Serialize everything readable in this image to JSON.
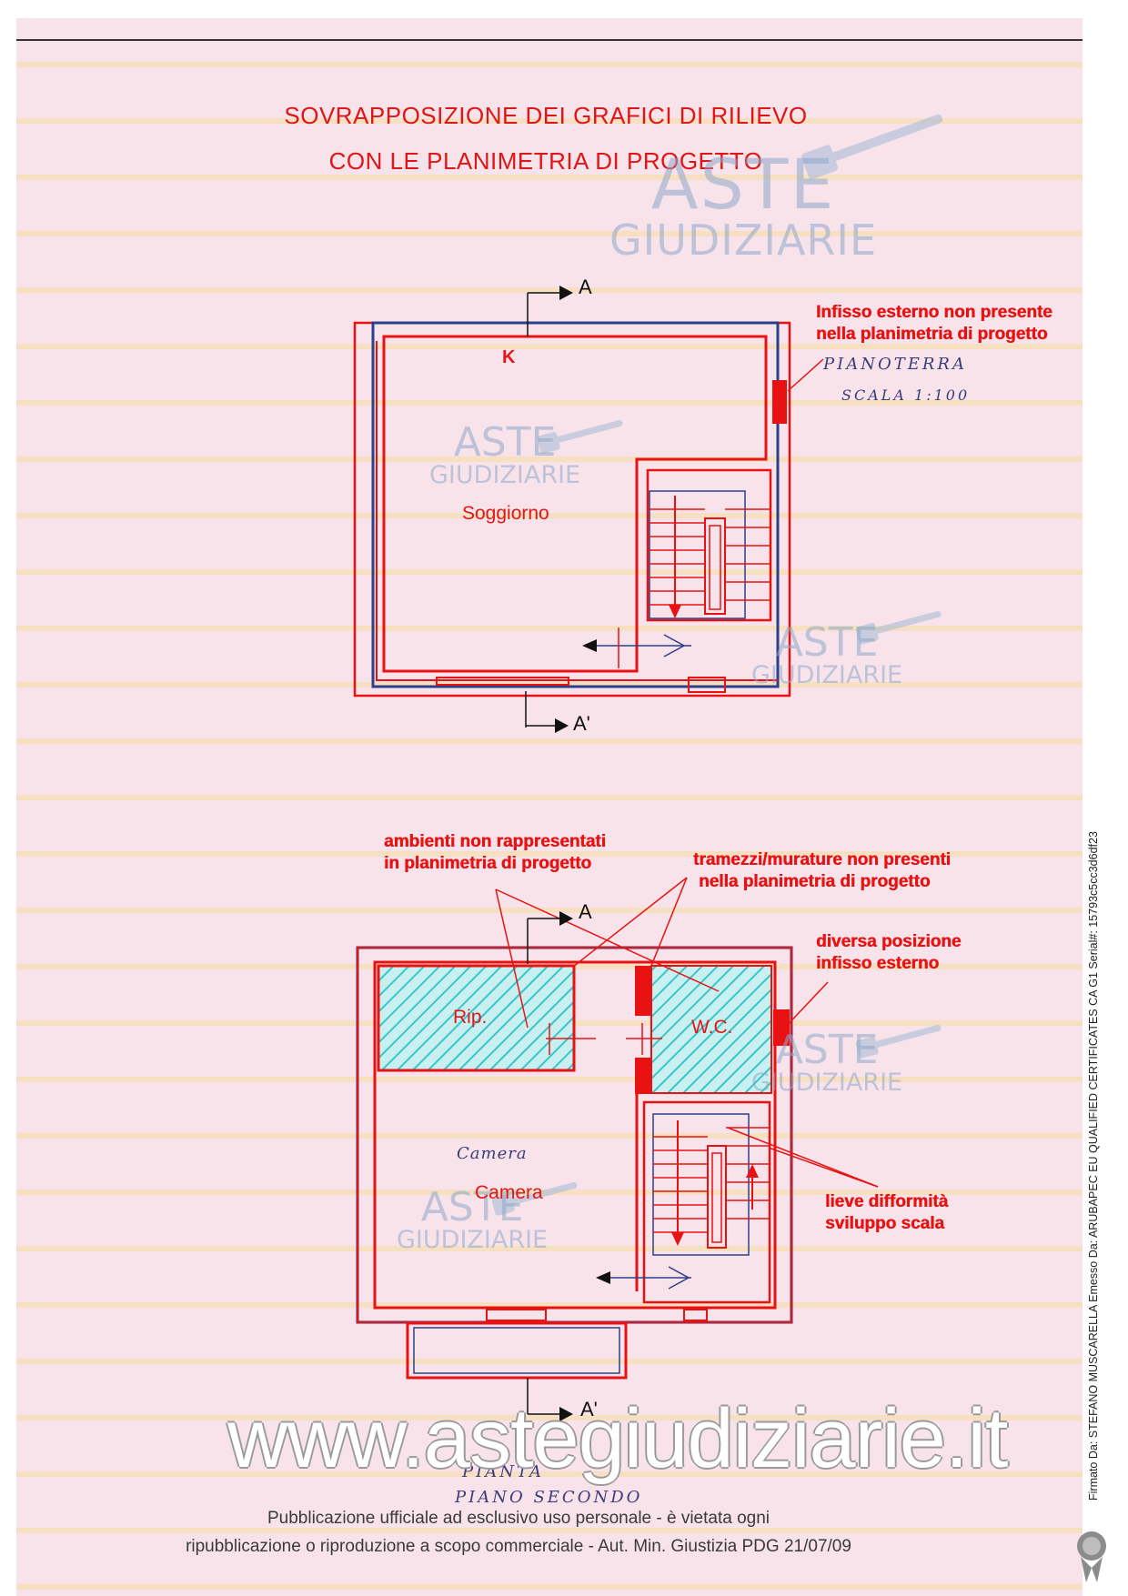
{
  "title": {
    "line1": "SOVRAPPOSIZIONE DEI GRAFICI DI RILIEVO",
    "line2": "CON LE PLANIMETRIA DI PROGETTO"
  },
  "watermark": {
    "word1": "ASTE",
    "word2": "GIUDIZIARIE",
    "site": "www.astegiudiziarie.it",
    "icon": "gavel-icon"
  },
  "plan_top": {
    "section_marker": "A",
    "section_marker_bottom": "A'",
    "door_mark": "K",
    "room_label": "Soggiorno",
    "handwritten": [
      "PIANOTERRA",
      "SCALA 1:100"
    ],
    "annotation_infisso": [
      "Infisso esterno non presente",
      "nella planimetria di progetto"
    ]
  },
  "plan_bottom": {
    "section_marker": "A",
    "section_marker_bottom": "A'",
    "rooms": [
      "Rip.",
      "W.C.",
      "Camera"
    ],
    "handwritten_room": "Camera",
    "handwritten": [
      "PIANTA",
      "PIANO SECONDO"
    ],
    "annotation_ambienti": [
      "ambienti non rappresentati",
      "in planimetria di progetto"
    ],
    "annotation_tramezzi": [
      "tramezzi/murature non presenti",
      "nella planimetria di progetto"
    ],
    "annotation_posizione": [
      "diversa posizione",
      "infisso esterno"
    ],
    "annotation_scala": [
      "lieve difformità",
      "sviluppo scala"
    ]
  },
  "footer": {
    "line1": "Pubblicazione ufficiale ad esclusivo uso personale - è vietata ogni",
    "line2": "ripubblicazione o riproduzione a scopo commerciale - Aut. Min. Giustizia PDG 21/07/09"
  },
  "signature": "Firmato Da: STEFANO MUSCARELLA Emesso Da: ARUBAPEC EU QUALIFIED CERTIFICATES CA G1 Serial#: 15793c5cc3d6df23",
  "colors": {
    "red": "#e81212",
    "blue_drawing": "#2c3f8a",
    "hatch_cyan": "#38c6c8",
    "background_pink": "#f8e3ea",
    "stripe_yellow": "#f7dfc2"
  }
}
